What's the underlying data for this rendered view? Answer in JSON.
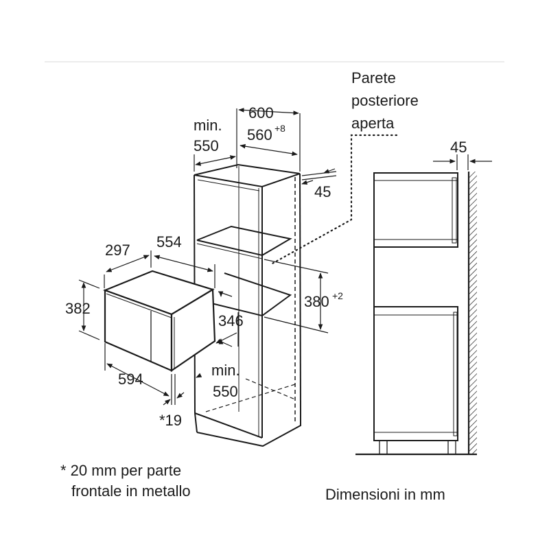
{
  "labels": {
    "rear_wall_line1": "Parete",
    "rear_wall_line2": "posteriore",
    "rear_wall_line3": "aperta",
    "dim_600": "600",
    "dim_560": "560",
    "dim_560_tol": "+8",
    "dim_min_top": "min.",
    "dim_550_top": "550",
    "dim_45_iso": "45",
    "dim_45_side": "45",
    "dim_297": "297",
    "dim_554": "554",
    "dim_382": "382",
    "dim_346": "346",
    "dim_380": "380",
    "dim_380_tol": "+2",
    "dim_594": "594",
    "dim_min_bottom": "min.",
    "dim_550_bottom": "550",
    "dim_19": "*19",
    "footnote_line1": "* 20 mm per parte",
    "footnote_line2": "frontale in metallo",
    "units_caption": "Dimensioni in mm"
  },
  "colors": {
    "line": "#1a1a1a",
    "rule": "#d8d8d8"
  }
}
